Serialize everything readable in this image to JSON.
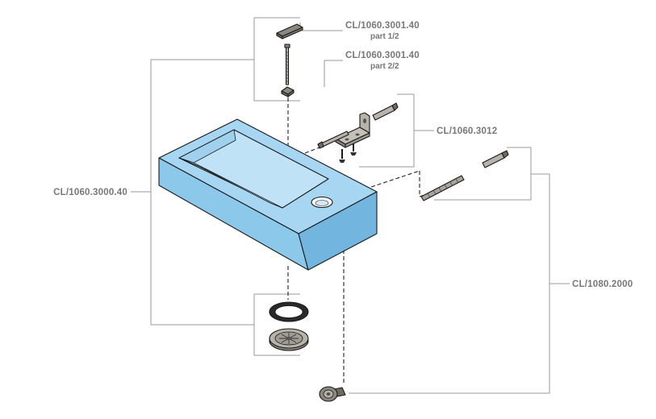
{
  "colors": {
    "basin_front": "#8cc8ea",
    "basin_top": "#a6d6f2",
    "basin_right": "#72b6e0",
    "basin_inner": "#bfe2f7",
    "metal": "#b8b3aa",
    "metal_dark": "#6f6a62",
    "leader": "#9a9a9a",
    "label": "#777777"
  },
  "labels": {
    "basin": {
      "code": "CL/1060.3000.40"
    },
    "cap": {
      "code": "CL/1060.3001.40",
      "sub": "part 1/2"
    },
    "bolt": {
      "code": "CL/1060.3001.40",
      "sub": "part 2/2"
    },
    "bracket": {
      "code": "CL/1060.3012"
    },
    "waste": {
      "code": "CL/1080.2000"
    }
  },
  "icons": {
    "cap": "fixing-cap-icon",
    "bolt": "fixing-bolt-icon",
    "bracket": "wall-bracket-icon",
    "screws": "wall-screw-icon",
    "basin": "washbasin-icon",
    "ring": "drain-ring-icon",
    "drain": "drain-plug-icon",
    "trap": "waste-valve-icon"
  }
}
